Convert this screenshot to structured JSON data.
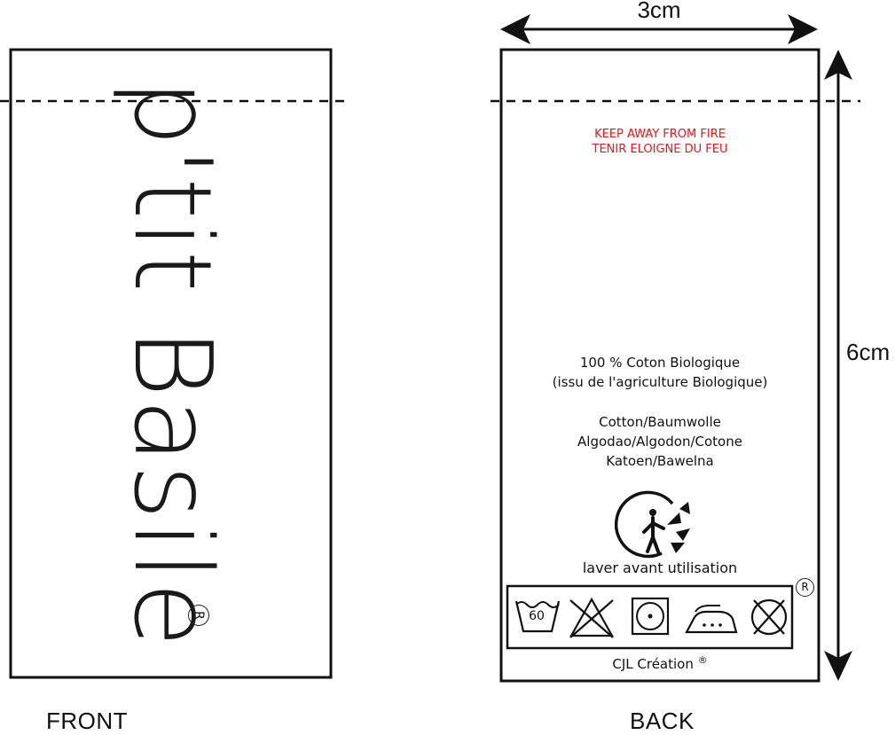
{
  "front": {
    "label": "FRONT",
    "brand_text": "p'tit Basile",
    "registered_mark": "R"
  },
  "back": {
    "label": "BACK",
    "warning_lines": [
      "KEEP AWAY FROM FIRE",
      "TENIR ELOIGNE DU FEU"
    ],
    "composition_lines": [
      "100 % Coton Biologique",
      "(issu de l'agriculture Biologique)"
    ],
    "translation_lines": [
      "Cotton/Baumwolle",
      "Algodao/Algodon/Cotone",
      "Katoen/Bawelna"
    ],
    "recycle_icon": "triman-recycling-icon",
    "wash_note": "laver avant utilisation",
    "care_symbols": [
      {
        "icon": "wash-60-icon",
        "value": "60"
      },
      {
        "icon": "no-bleach-icon"
      },
      {
        "icon": "tumble-dry-icon"
      },
      {
        "icon": "iron-medium-icon"
      },
      {
        "icon": "no-dry-clean-icon"
      }
    ],
    "care_registered_mark": "R",
    "maker": "CJL Création",
    "maker_mark": "®"
  },
  "dimensions": {
    "width": "3cm",
    "height": "6cm"
  },
  "colors": {
    "warning": "#e8161b",
    "ink": "#111111"
  }
}
